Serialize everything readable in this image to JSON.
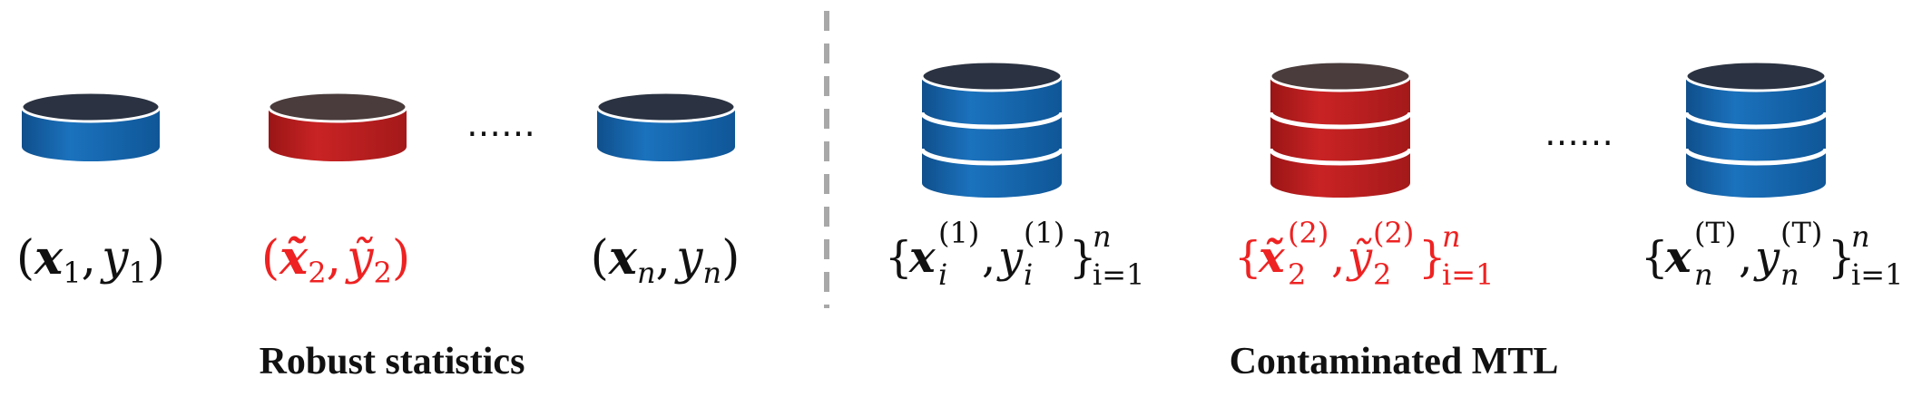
{
  "colors": {
    "blue": "#1566ad",
    "red": "#c11f20",
    "top_dark": "#2b3342",
    "top_dark_red": "#4a3c3c",
    "text_normal": "#111111",
    "text_red": "#ee2222",
    "divider": "#a8a8a8"
  },
  "left_panel": {
    "caption": "Robust statistics",
    "ellipsis": "……",
    "items": [
      {
        "color": "blue",
        "paren_open": "(",
        "x_sym": "x",
        "x_sub": "1",
        "comma": ",",
        "y_sym": "y",
        "y_sub": "1",
        "paren_close": ")",
        "tilde": false
      },
      {
        "color": "red",
        "paren_open": "(",
        "x_sym": "x̃",
        "x_sub": "2",
        "comma": ",",
        "y_sym": "ỹ",
        "y_sub": "2",
        "paren_close": ")",
        "tilde": true
      },
      {
        "color": "blue",
        "paren_open": "(",
        "x_sym": "x",
        "x_sub": "n",
        "comma": ",",
        "y_sym": "y",
        "y_sub": "n",
        "paren_close": ")",
        "tilde": false
      }
    ]
  },
  "right_panel": {
    "caption": "Contaminated MTL",
    "ellipsis": "……",
    "items": [
      {
        "color": "blue",
        "brace_open": "{",
        "x_sym": "x",
        "x_sup": "(1)",
        "x_sub": "i",
        "comma": ",",
        "y_sym": "y",
        "y_sup": "(1)",
        "y_sub": "i",
        "brace_close": "}",
        "range_sup": "n",
        "range_sub": "i=1"
      },
      {
        "color": "red",
        "brace_open": "{",
        "x_sym": "x̃",
        "x_sup": "(2)",
        "x_sub": "2",
        "comma": ",",
        "y_sym": "ỹ",
        "y_sup": "(2)",
        "y_sub": "2",
        "brace_close": "}",
        "range_sup": "n",
        "range_sub": "i=1"
      },
      {
        "color": "blue",
        "brace_open": "{",
        "x_sym": "x",
        "x_sup": "(T)",
        "x_sub": "n",
        "comma": ",",
        "y_sym": "y",
        "y_sup": "(T)",
        "y_sub": "n",
        "brace_close": "}",
        "range_sup": "n",
        "range_sub": "i=1"
      }
    ]
  }
}
